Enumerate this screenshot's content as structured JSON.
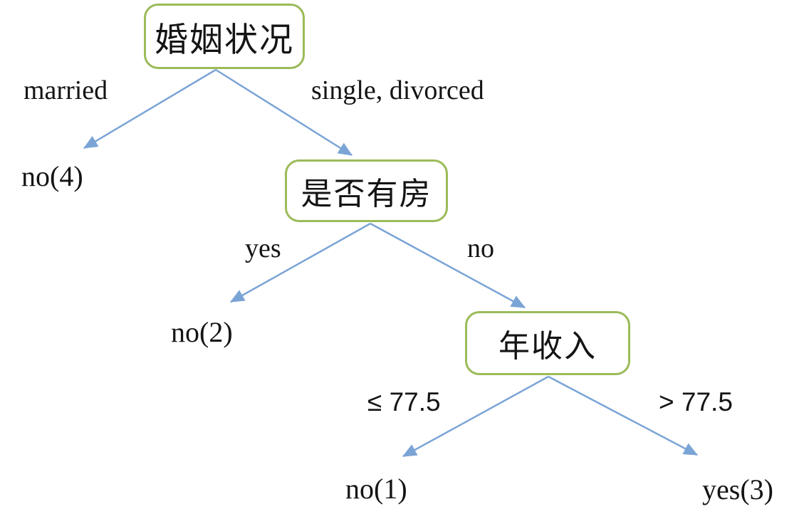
{
  "colors": {
    "node_border": "#9BBB59",
    "arrow": "#7BA4D6",
    "text": "#141414",
    "background": "#FFFFFF"
  },
  "tree": {
    "type": "decision-tree",
    "nodes": [
      {
        "id": "marital-status",
        "label": "婚姻状况"
      },
      {
        "id": "owns-house",
        "label": "是否有房"
      },
      {
        "id": "annual-income",
        "label": "年收入"
      }
    ],
    "edges": [
      {
        "from": "婚姻状况",
        "to": "no(4)",
        "label": "married"
      },
      {
        "from": "婚姻状况",
        "to": "是否有房",
        "label": "single, divorced"
      },
      {
        "from": "是否有房",
        "to": "no(2)",
        "label": "yes"
      },
      {
        "from": "是否有房",
        "to": "年收入",
        "label": "no"
      },
      {
        "from": "年收入",
        "to": "no(1)",
        "label": "≤ 77.5"
      },
      {
        "from": "年收入",
        "to": "yes(3)",
        "label": "> 77.5"
      }
    ],
    "leaves": [
      {
        "id": "leaf-no-4",
        "label": "no(4)"
      },
      {
        "id": "leaf-no-2",
        "label": "no(2)"
      },
      {
        "id": "leaf-no-1",
        "label": "no(1)"
      },
      {
        "id": "leaf-yes-3",
        "label": "yes(3)"
      }
    ]
  }
}
